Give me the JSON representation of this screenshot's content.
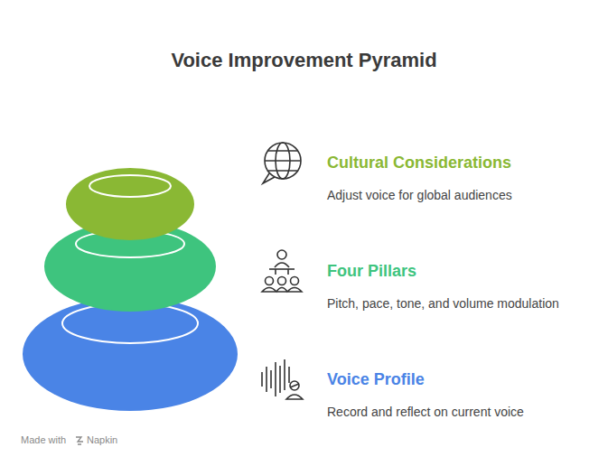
{
  "diagram": {
    "title": "Voice Improvement Pyramid",
    "nodes": [
      {
        "text": [
          "Cultural Considerations",
          "Adjust voice for global audiences"
        ]
      },
      {
        "text": [
          "Four Pillars",
          "Pitch, pace, tone, and volume modulation"
        ]
      },
      {
        "text": [
          "Voice Profile",
          "Record and reflect on current voice"
        ]
      }
    ],
    "labels": [
      "Made with",
      "Napkin"
    ]
  }
}
